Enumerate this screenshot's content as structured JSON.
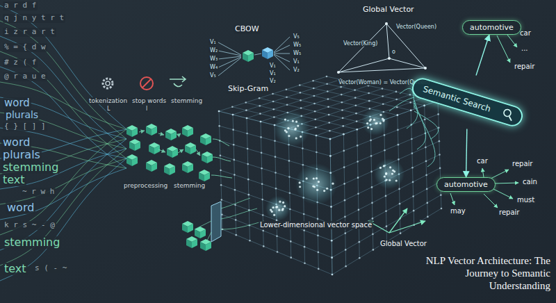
{
  "diagram": {
    "title": "NLP Vector Architecture: The Journey to Semantic Understanding",
    "nodes": [
      {
        "text": [
          "Semantic Search"
        ]
      },
      {
        "text": [
          "automotive"
        ]
      },
      {
        "text": [
          "automotive"
        ]
      }
    ],
    "edges": [
      {
        "from": 0,
        "to": 1,
        "arrow": "to"
      },
      {
        "from": 0,
        "to": 2,
        "arrow": "to"
      }
    ],
    "labels": [
      "word",
      "plurals",
      "word",
      "plurals",
      "stemming",
      "text",
      "word",
      "stemming",
      "text",
      "a r d f",
      "q j n y t r t",
      "i z r a r t",
      "% = { d w",
      "# z ( f",
      "@ r a u e",
      "{ } [ ] ]",
      "~ r w h",
      "k r s ~ - @",
      "s ( - ~",
      "tokenization",
      "L",
      "stop words",
      "l",
      "stemming",
      "preprocessing",
      "stemming",
      "CBOW",
      "Skip-Gram",
      "V₁",
      "W₂",
      "W₃",
      "W₄",
      "V₅",
      "V₅",
      "W₅",
      "W₅",
      "V₁",
      "V₂",
      "V₁",
      "V₁",
      "V₂",
      "Global Vector",
      "Vector(King)",
      "Vector(Queen)",
      "o",
      "Vector(Woman) = Vector(Queen)",
      "car",
      "...",
      "repair",
      "car",
      "repair",
      "cain",
      "must",
      "may",
      "repair",
      "Lower-dimensional vector space",
      "Global Vector"
    ]
  }
}
